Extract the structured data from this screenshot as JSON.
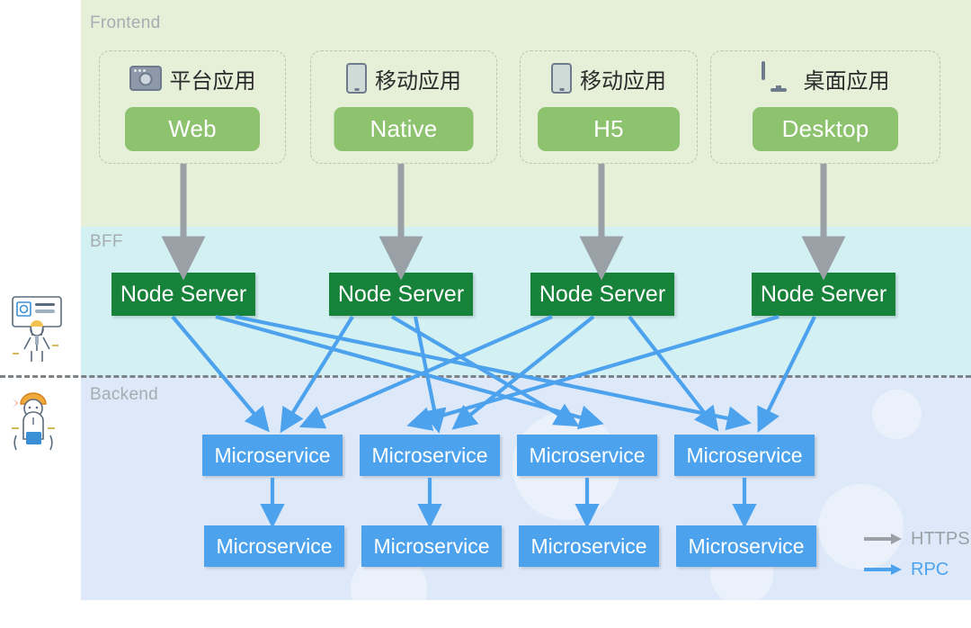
{
  "bands": [
    {
      "id": "frontend",
      "label": "Frontend",
      "color": "#e6efd8"
    },
    {
      "id": "bff",
      "label": "BFF",
      "color": "#d3f0f2"
    },
    {
      "id": "backend",
      "label": "Backend",
      "color": "#dde9f9"
    }
  ],
  "frontend_cards": [
    {
      "title": "平台应用",
      "icon": "browser-chrome-icon",
      "pill": "Web"
    },
    {
      "title": "移动应用",
      "icon": "phone-icon",
      "pill": "Native"
    },
    {
      "title": "移动应用",
      "icon": "phone-icon",
      "pill": "H5"
    },
    {
      "title": "桌面应用",
      "icon": "monitor-icon",
      "pill": "Desktop"
    }
  ],
  "bff_nodes": [
    {
      "label": "Node Server"
    },
    {
      "label": "Node Server"
    },
    {
      "label": "Node Server"
    },
    {
      "label": "Node Server"
    }
  ],
  "microservices_row1": [
    {
      "label": "Microservice"
    },
    {
      "label": "Microservice"
    },
    {
      "label": "Microservice"
    },
    {
      "label": "Microservice"
    }
  ],
  "microservices_row2": [
    {
      "label": "Microservice"
    },
    {
      "label": "Microservice"
    },
    {
      "label": "Microservice"
    },
    {
      "label": "Microservice"
    }
  ],
  "legend": [
    {
      "label": "HTTPS",
      "color": "#9aa1a6"
    },
    {
      "label": "RPC",
      "color": "#4da2ee"
    }
  ],
  "side_people": [
    {
      "name": "frontend-developer-illustration"
    },
    {
      "name": "backend-developer-illustration"
    }
  ],
  "colors": {
    "frontend_band": "#e6efd8",
    "bff_band": "#d3f0f2",
    "backend_band": "#dde9f9",
    "pill_green": "#8dc26f",
    "node_green": "#17823a",
    "microservice_blue": "#4da2ee",
    "https_arrow": "#9aa1a6",
    "rpc_arrow": "#4da2ee",
    "band_label": "#a5adb2",
    "divider": "#7c8286"
  }
}
